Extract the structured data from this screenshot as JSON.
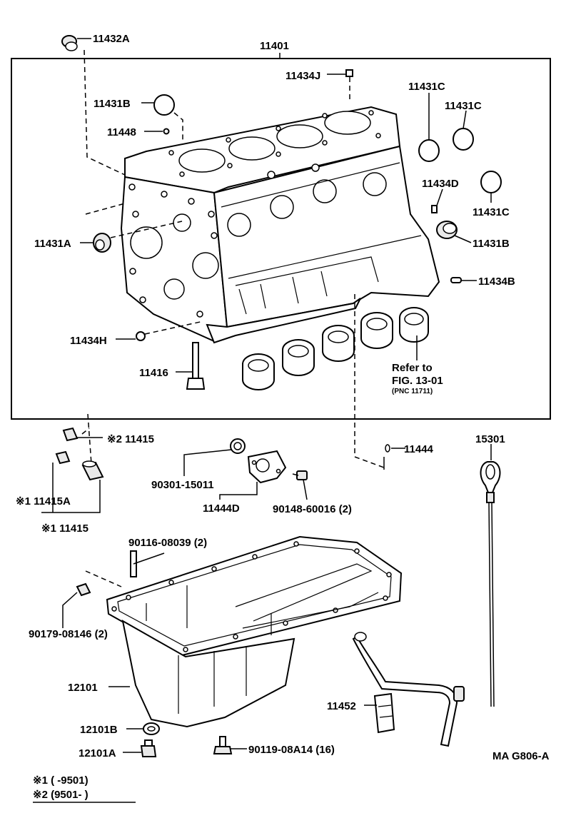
{
  "labels": {
    "p11432A": "11432A",
    "p11401": "11401",
    "p11434J": "11434J",
    "p11431B_top": "11431B",
    "p11431C_1": "11431C",
    "p11431C_2": "11431C",
    "p11448": "11448",
    "p11434D": "11434D",
    "p11431C_3": "11431C",
    "p11431A": "11431A",
    "p11431B_right": "11431B",
    "p11434B": "11434B",
    "p11434H": "11434H",
    "p11416": "11416",
    "refer_to": "Refer to",
    "fig": "FIG. 13-01",
    "pnc": "(PNC 11711)",
    "p11415_a": "※2 11415",
    "p11444": "11444",
    "p15301": "15301",
    "p90301": "90301-15011",
    "p11415A": "※1 11415A",
    "p11444D": "11444D",
    "p90148": "90148-60016 (2)",
    "p11415_b": "※1 11415",
    "p90116": "90116-08039 (2)",
    "p90179": "90179-08146 (2)",
    "p12101": "12101",
    "p11452": "11452",
    "p12101B": "12101B",
    "p12101A": "12101A",
    "p90119": "90119-08A14 (16)",
    "diagram_id": "MA G806-A"
  },
  "footnotes": {
    "note1": "※1 (      -9501)",
    "note2": "※2 (9501-       )"
  }
}
